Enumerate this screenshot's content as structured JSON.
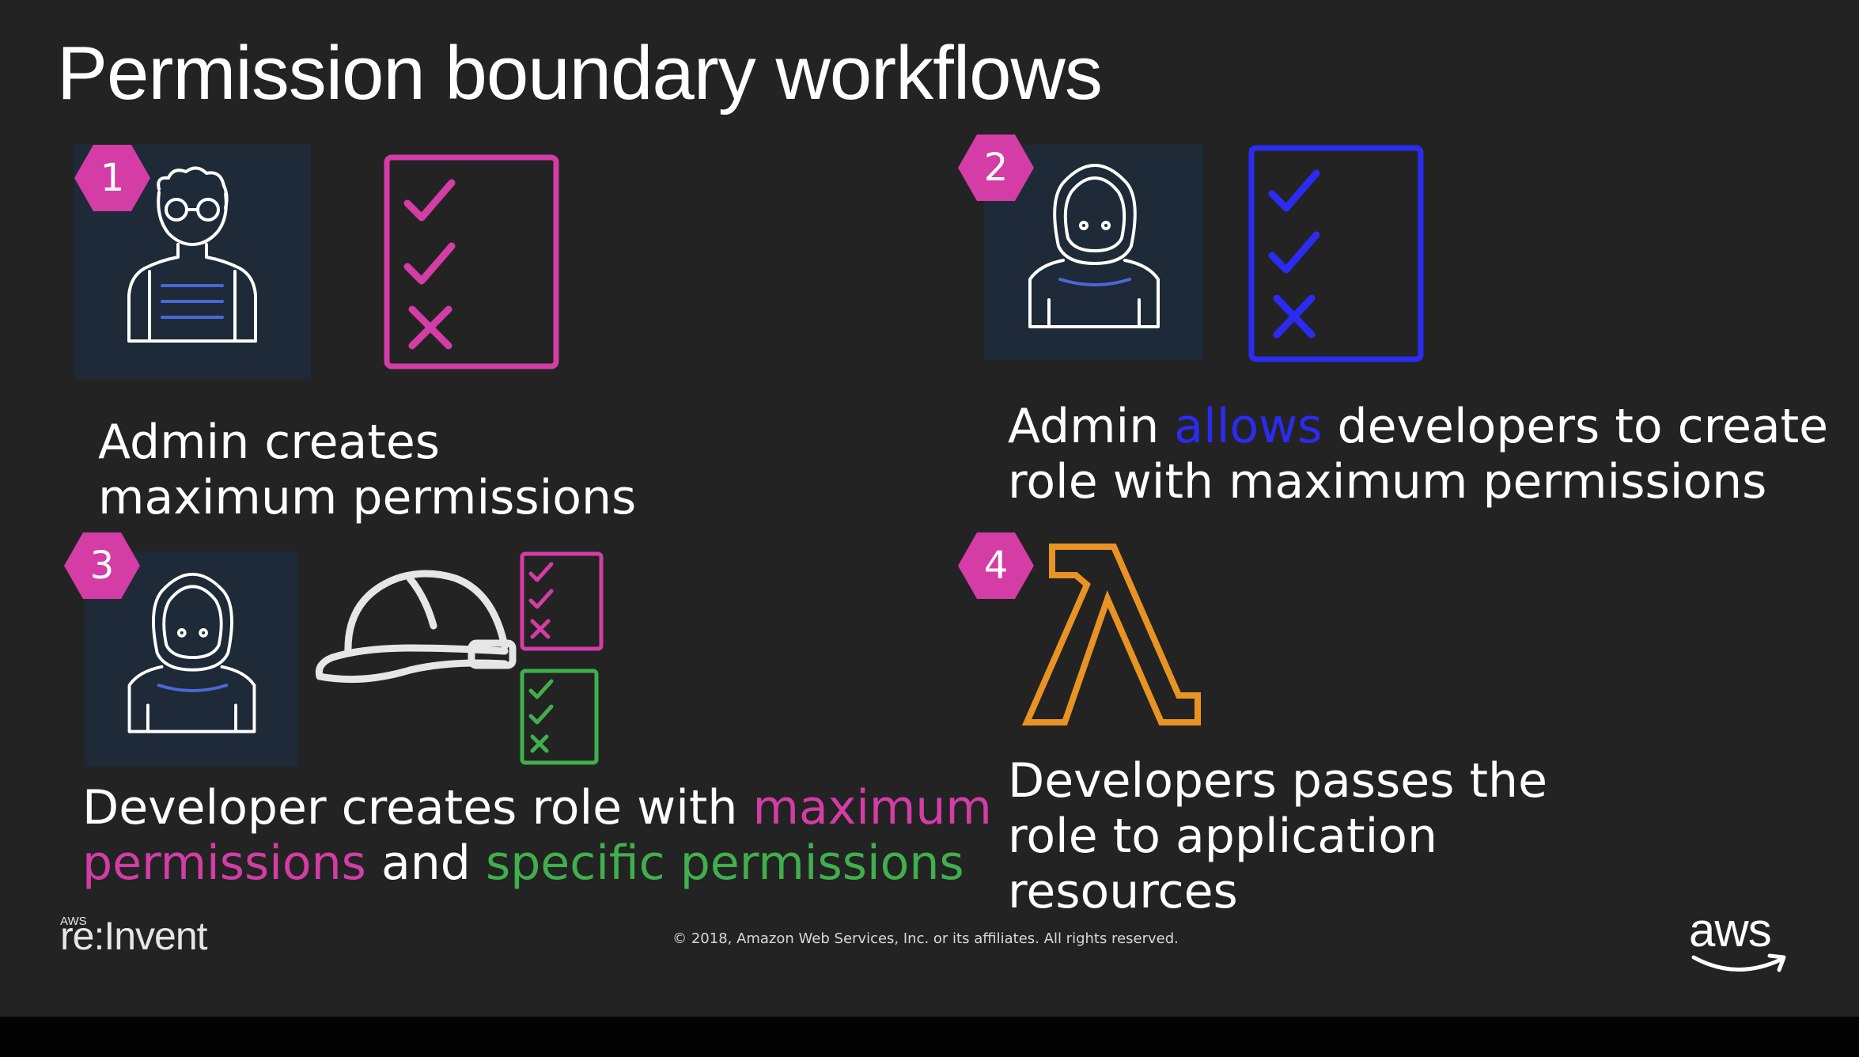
{
  "slide": {
    "title": "Permission boundary workflows",
    "colors": {
      "badge": "#d43ca6",
      "blue_accent": "#2b2bf2",
      "magenta_accent": "#d43ca6",
      "green_accent": "#3fb04b",
      "lambda_orange": "#e89324",
      "background": "#232323"
    },
    "steps": [
      {
        "number": "1",
        "icons": [
          "admin-user-icon",
          "checklist-icon"
        ],
        "caption_line1": "Admin creates",
        "caption_line2": "maximum permissions"
      },
      {
        "number": "2",
        "icons": [
          "developer-user-icon",
          "checklist-icon"
        ],
        "caption_part1": "Admin ",
        "caption_highlight": "allows",
        "caption_part2": " developers to create",
        "caption_line2": "role with maximum permissions"
      },
      {
        "number": "3",
        "icons": [
          "developer-user-icon",
          "hard-hat-icon",
          "checklist-icon",
          "checklist-icon"
        ],
        "caption_part1": "Developer creates role with ",
        "caption_highlight1": "maximum",
        "caption_highlight1b": "permissions",
        "caption_mid": " and ",
        "caption_highlight2": "specific permissions"
      },
      {
        "number": "4",
        "icons": [
          "lambda-icon"
        ],
        "caption_line1": "Developers passes the",
        "caption_line2": "role to application",
        "caption_line3": "resources"
      }
    ]
  },
  "footer": {
    "event_small": "AWS",
    "event_name": "re:Invent",
    "copyright": "© 2018, Amazon Web Services, Inc. or its affiliates. All rights reserved.",
    "logo_text": "aws"
  }
}
